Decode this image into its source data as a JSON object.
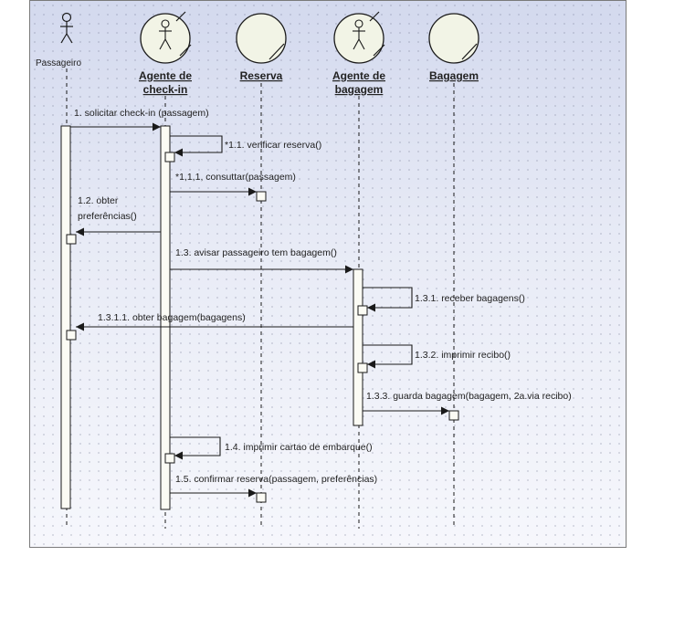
{
  "participants": {
    "passageiro": "Passageiro",
    "agente_checkin_1": "Agente de",
    "agente_checkin_2": "check-in",
    "reserva": "Reserva",
    "agente_bagagem_1": "Agente de",
    "agente_bagagem_2": "bagagem",
    "bagagem": "Bagagem"
  },
  "messages": {
    "m1": "1. solicitar check-in (passagem)",
    "m1_1": "*1.1. verificar reserva()",
    "m1_1_1": "*1,1,1, consuttar(passagem)",
    "m1_2a": "1.2. obter",
    "m1_2b": "preferências()",
    "m1_3": "1.3. avisar passageiro tem bagagem()",
    "m1_3_1": "1.3.1. receber bagagens()",
    "m1_3_1_1": "1.3.1.1. obter bagagem(bagagens)",
    "m1_3_2": "1.3.2. imprimir recibo()",
    "m1_3_3": "1.3.3. guarda bagagem(bagagem, 2a.via recibo)",
    "m1_4": "1.4. imprimir cartao de embarque()",
    "m1_5": "1.5. confirmar reserva(passagem, preferências)"
  },
  "colors": {
    "line": "#1a1a1a",
    "activation_fill": "#fbfbf4",
    "object_fill": "#f2f4e6"
  }
}
